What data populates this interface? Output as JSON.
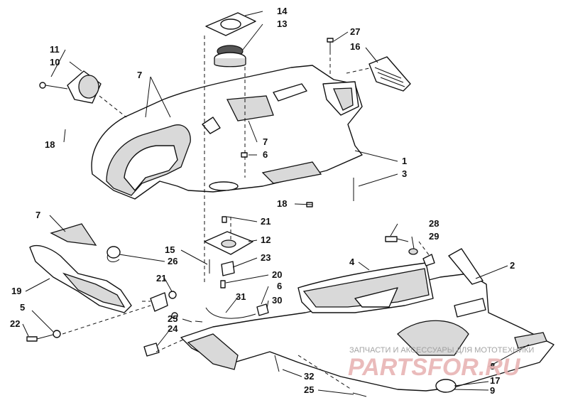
{
  "callouts": {
    "c1": "1",
    "c2": "2",
    "c3": "3",
    "c4": "4",
    "c5": "5",
    "c6a": "6",
    "c6b": "6",
    "c7a": "7",
    "c7b": "7",
    "c7c": "7",
    "c8": "8",
    "c9": "9",
    "c10": "10",
    "c11": "11",
    "c12": "12",
    "c13": "13",
    "c14": "14",
    "c15": "15",
    "c16": "16",
    "c17": "17",
    "c18a": "18",
    "c18b": "18",
    "c19": "19",
    "c20": "20",
    "c21a": "21",
    "c21b": "21",
    "c22": "22",
    "c23": "23",
    "c24": "24",
    "c25a": "25",
    "c25b": "25",
    "c26": "26",
    "c27": "27",
    "c28": "28",
    "c29": "29",
    "c30": "30",
    "c31": "31",
    "c32": "32"
  },
  "watermark": {
    "line": "ЗАПЧАСТИ И АКСЕССУАРЫ ДЛЯ МОТОТЕХНИКИ",
    "logo": "PARTSFOR.RU"
  }
}
